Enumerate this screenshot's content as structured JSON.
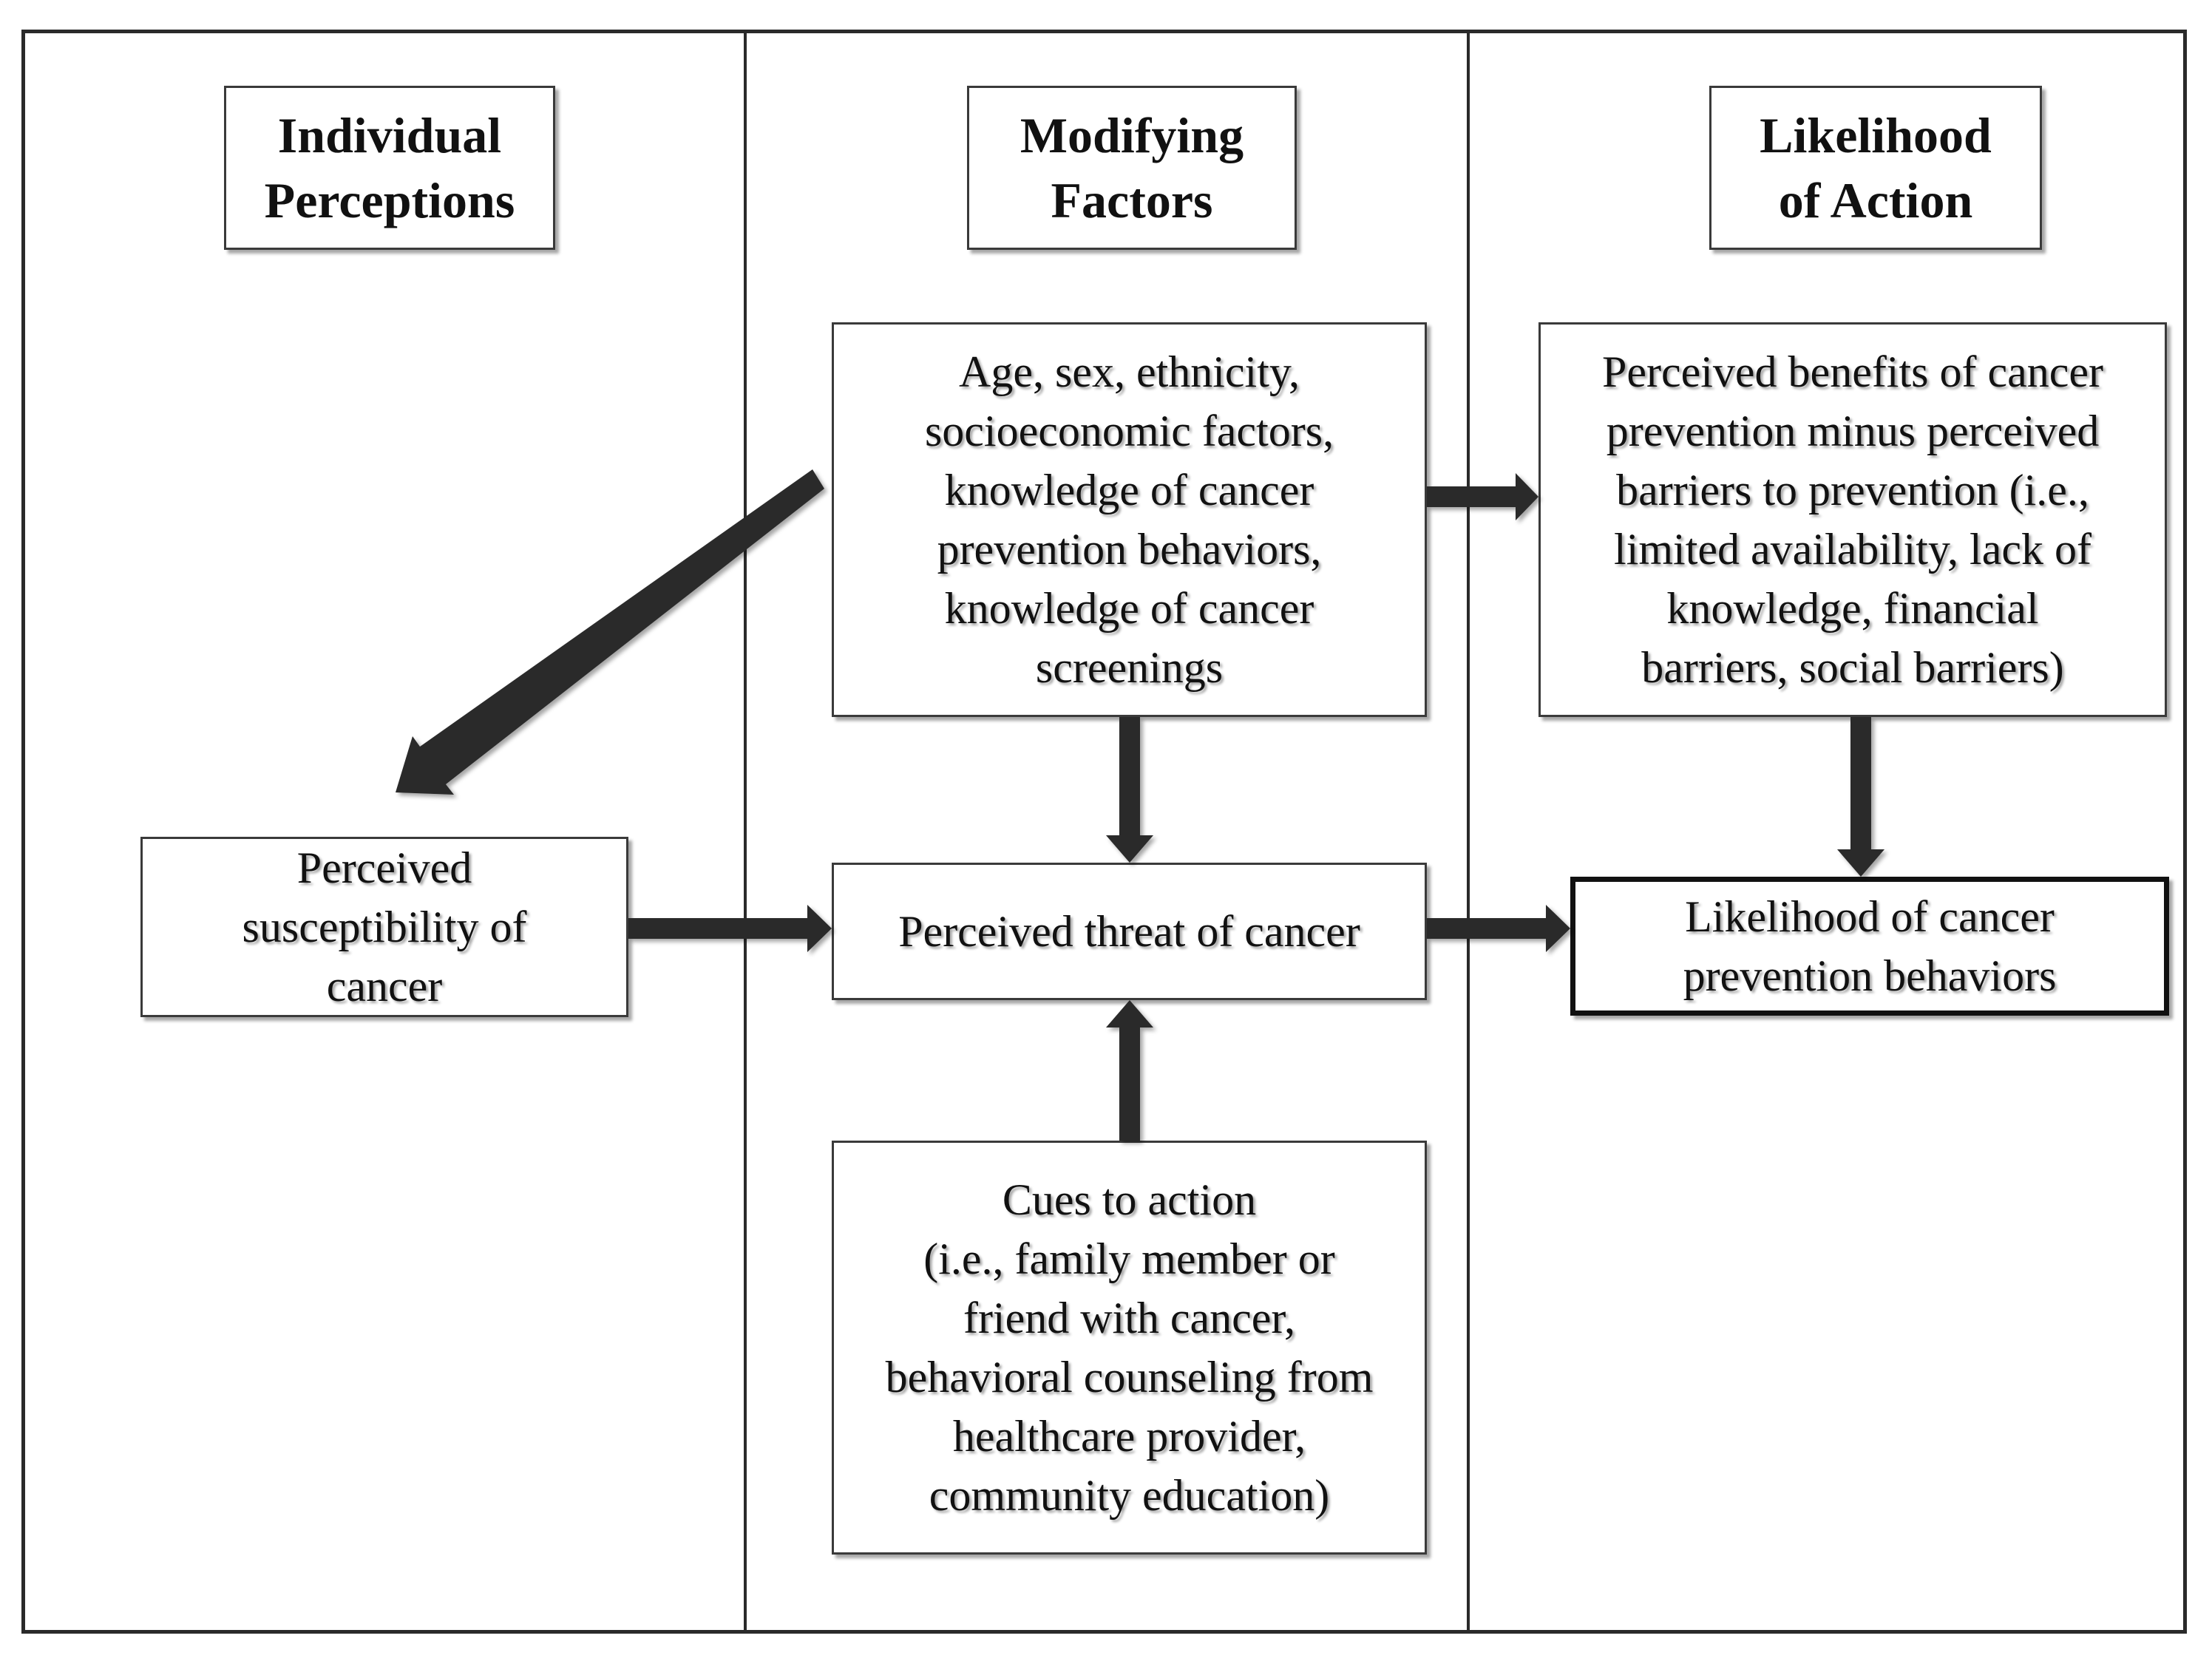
{
  "columns": [
    {
      "header": "Individual\nPerceptions"
    },
    {
      "header": "Modifying\nFactors"
    },
    {
      "header": "Likelihood\nof Action"
    }
  ],
  "boxes": {
    "demographics": "Age, sex, ethnicity,\nsocioeconomic factors,\nknowledge of cancer\nprevention behaviors,\nknowledge of cancer\nscreenings",
    "benefits": "Perceived benefits of cancer\nprevention minus perceived\nbarriers to prevention (i.e.,\nlimited availability, lack of\nknowledge, financial\nbarriers, social barriers)",
    "susceptibility": "Perceived\nsusceptibility of\ncancer",
    "threat": "Perceived threat of cancer",
    "likelihood": "Likelihood of cancer\nprevention behaviors",
    "cues": "Cues to action\n(i.e., family member or\nfriend with cancer,\nbehavioral counseling from\nhealthcare provider,\ncommunity education)"
  },
  "arrows": [
    {
      "from": "demographics",
      "to": "susceptibility"
    },
    {
      "from": "demographics",
      "to": "benefits"
    },
    {
      "from": "demographics",
      "to": "threat"
    },
    {
      "from": "benefits",
      "to": "likelihood"
    },
    {
      "from": "susceptibility",
      "to": "threat"
    },
    {
      "from": "threat",
      "to": "likelihood"
    },
    {
      "from": "cues",
      "to": "threat"
    }
  ],
  "colors": {
    "arrow": "#2b2b2b",
    "border": "#2a2a2a"
  }
}
